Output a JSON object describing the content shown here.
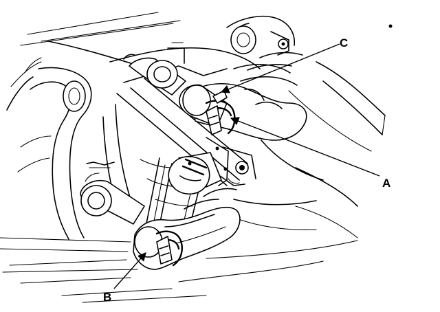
{
  "callouts": {
    "a": {
      "label": "A"
    },
    "b": {
      "label": "B"
    },
    "c": {
      "label": "C"
    }
  },
  "colors": {
    "ink": "#000000",
    "paper": "#ffffff"
  }
}
